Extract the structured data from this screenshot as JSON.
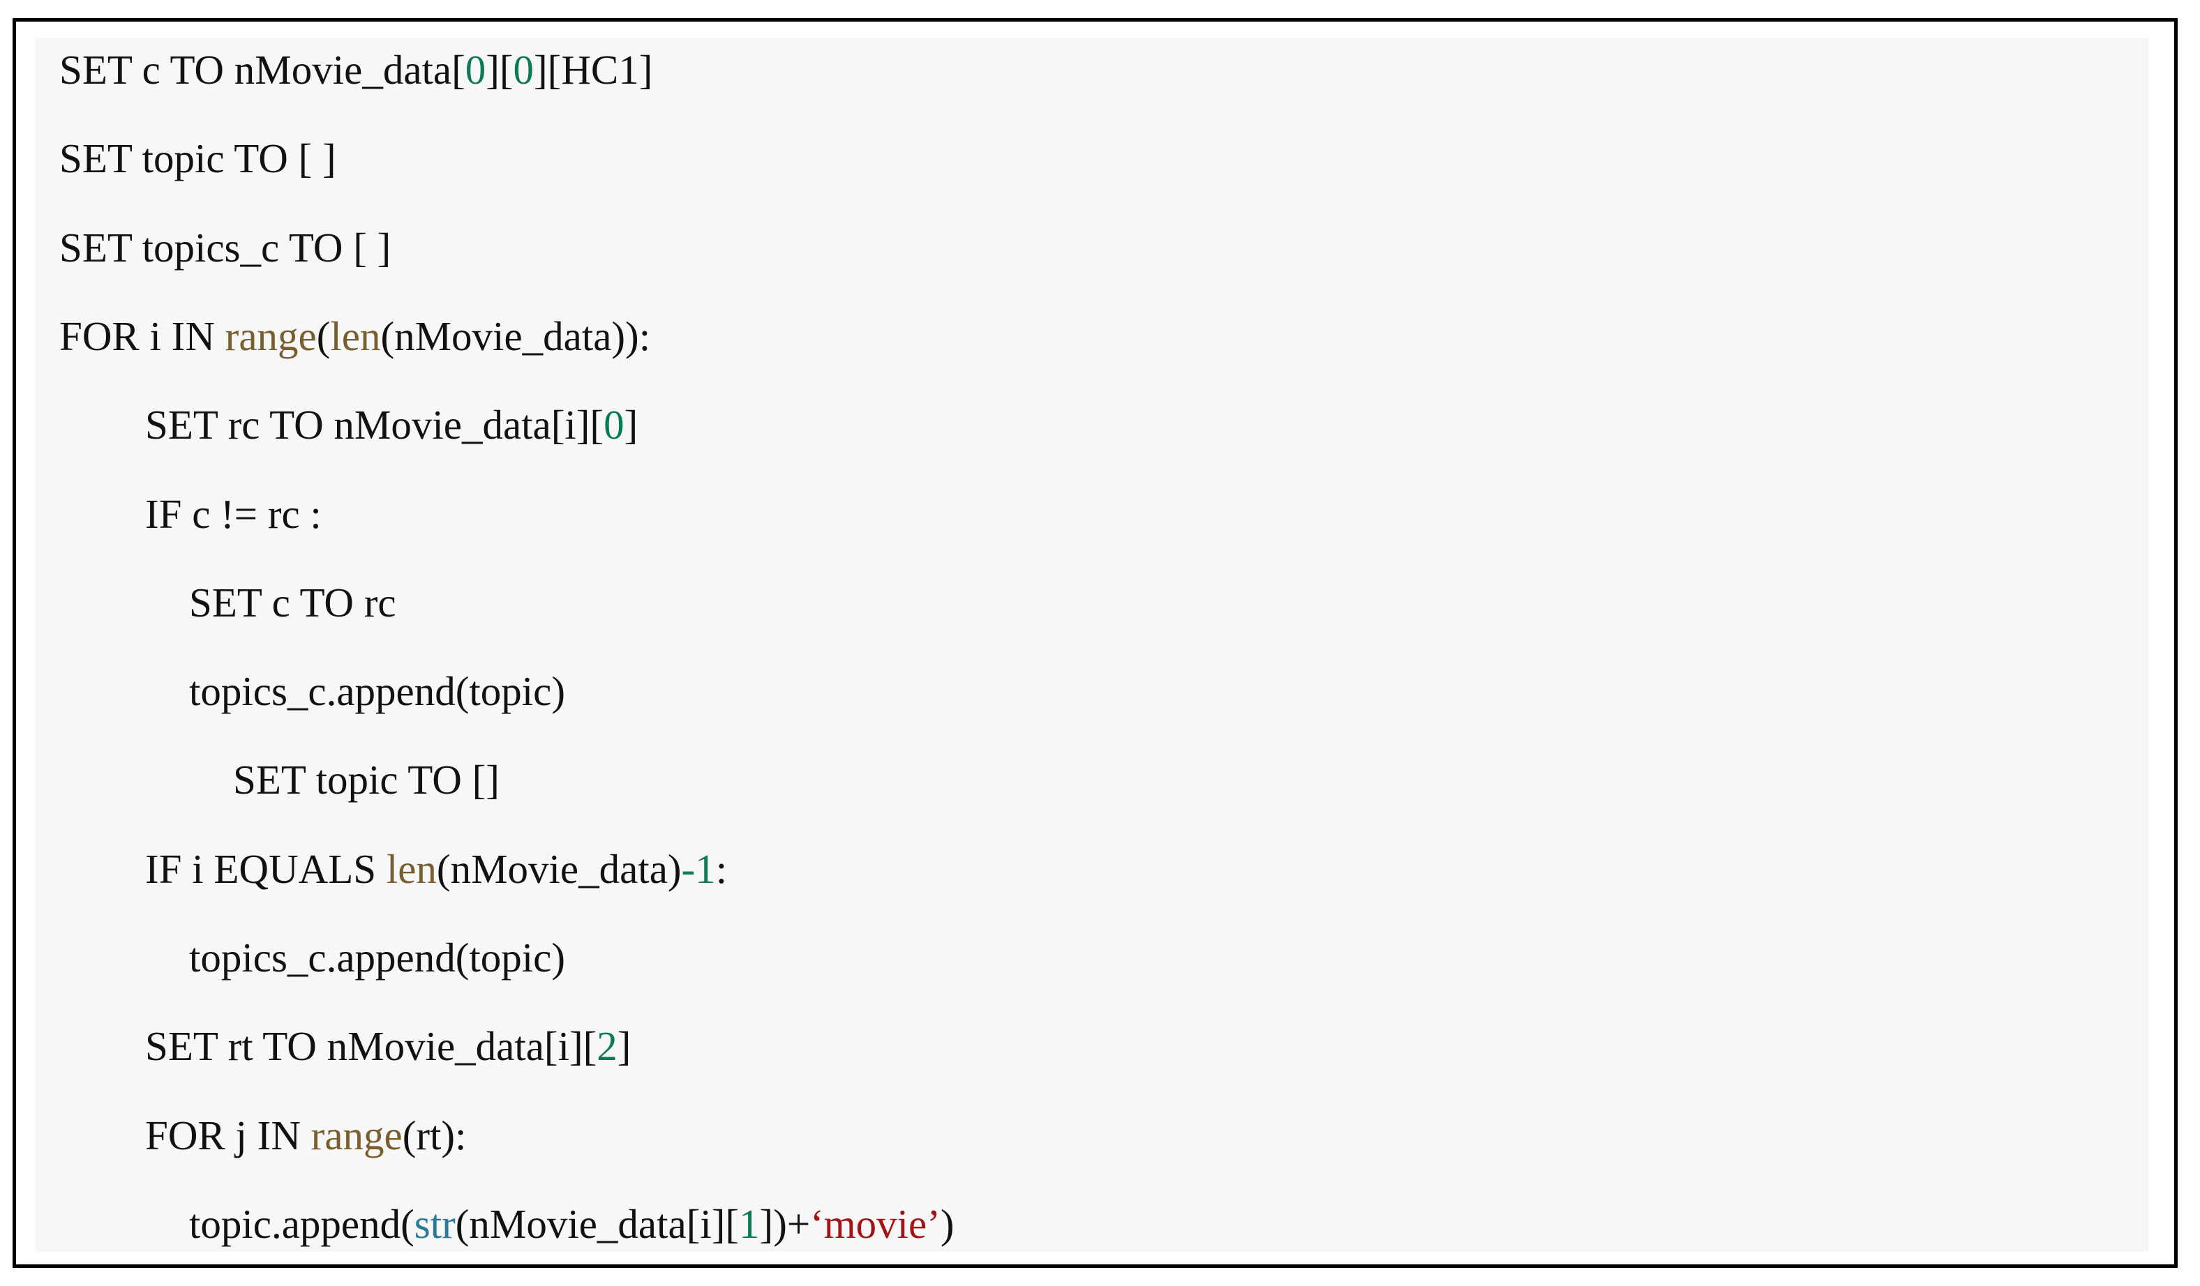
{
  "colors": {
    "plain": "#111111",
    "number": "#0b7a5a",
    "builtin": "#7a5e2e",
    "type": "#2a7a9a",
    "string": "#a31515"
  },
  "code_lines": [
    {
      "indent": 0,
      "tokens": [
        {
          "t": "SET c TO nMovie_data[",
          "c": "plain"
        },
        {
          "t": "0",
          "c": "number"
        },
        {
          "t": "][",
          "c": "plain"
        },
        {
          "t": "0",
          "c": "number"
        },
        {
          "t": "][HC1]",
          "c": "plain"
        }
      ]
    },
    {
      "indent": 0,
      "tokens": [
        {
          "t": "SET topic TO [ ]",
          "c": "plain"
        }
      ]
    },
    {
      "indent": 0,
      "tokens": [
        {
          "t": "SET topics_c TO [ ]",
          "c": "plain"
        }
      ]
    },
    {
      "indent": 0,
      "tokens": [
        {
          "t": "FOR i IN ",
          "c": "plain"
        },
        {
          "t": "range",
          "c": "builtin"
        },
        {
          "t": "(",
          "c": "plain"
        },
        {
          "t": "len",
          "c": "builtin"
        },
        {
          "t": "(nMovie_data)):",
          "c": "plain"
        }
      ]
    },
    {
      "indent": 1,
      "tokens": [
        {
          "t": "SET rc TO nMovie_data[i][",
          "c": "plain"
        },
        {
          "t": "0",
          "c": "number"
        },
        {
          "t": "]",
          "c": "plain"
        }
      ]
    },
    {
      "indent": 1,
      "tokens": [
        {
          "t": "IF c != rc :",
          "c": "plain"
        }
      ]
    },
    {
      "indent": 2,
      "tokens": [
        {
          "t": "SET c TO rc",
          "c": "plain"
        }
      ]
    },
    {
      "indent": 2,
      "tokens": [
        {
          "t": "topics_c.append(topic)",
          "c": "plain"
        }
      ]
    },
    {
      "indent": 3,
      "tokens": [
        {
          "t": "SET topic TO []",
          "c": "plain"
        }
      ]
    },
    {
      "indent": 1,
      "tokens": [
        {
          "t": "IF i EQUALS ",
          "c": "plain"
        },
        {
          "t": "len",
          "c": "builtin"
        },
        {
          "t": "(nMovie_data)",
          "c": "plain"
        },
        {
          "t": "-1",
          "c": "number"
        },
        {
          "t": ":",
          "c": "plain"
        }
      ]
    },
    {
      "indent": 2,
      "tokens": [
        {
          "t": "topics_c.append(topic)",
          "c": "plain"
        }
      ]
    },
    {
      "indent": 1,
      "tokens": [
        {
          "t": "SET rt TO nMovie_data[i][",
          "c": "plain"
        },
        {
          "t": "2",
          "c": "number"
        },
        {
          "t": "]",
          "c": "plain"
        }
      ]
    },
    {
      "indent": 1,
      "tokens": [
        {
          "t": "FOR j IN ",
          "c": "plain"
        },
        {
          "t": "range",
          "c": "builtin"
        },
        {
          "t": "(rt):",
          "c": "plain"
        }
      ]
    },
    {
      "indent": 2,
      "tokens": [
        {
          "t": "topic.append(",
          "c": "plain"
        },
        {
          "t": "str",
          "c": "type"
        },
        {
          "t": "(nMovie_data[i][",
          "c": "plain"
        },
        {
          "t": "1",
          "c": "number"
        },
        {
          "t": "])+",
          "c": "plain"
        },
        {
          "t": "‘movie’",
          "c": "string"
        },
        {
          "t": ")",
          "c": "plain"
        }
      ]
    }
  ]
}
